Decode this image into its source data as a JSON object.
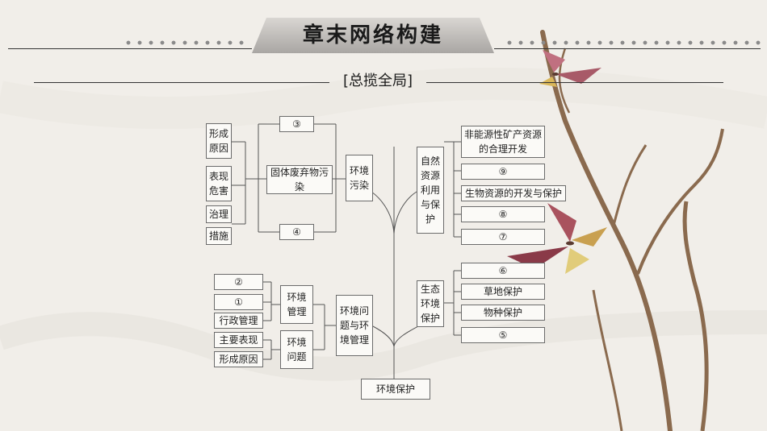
{
  "header": {
    "title": "章末网络构建",
    "subtitle": "[总揽全局]"
  },
  "diagram": {
    "root": "环境保护",
    "pollution": {
      "title": "环境污染",
      "waste": "固体废弃物污染",
      "causes": "形成原因",
      "symptoms": "表现危害",
      "measures_top": "治理",
      "measures_bottom": "措施",
      "blank_3": "③",
      "blank_4": "④"
    },
    "management": {
      "title": "环境问题与环境管理",
      "env_management": "环境管理",
      "env_problem": "环境问题",
      "blank_2": "②",
      "blank_1": "①",
      "admin": "行政管理",
      "main_signs": "主要表现",
      "formation": "形成原因"
    },
    "resources": {
      "title": "自然资源利用与保护",
      "mineral": "非能源性矿产资源的合理开发",
      "blank_9": "⑨",
      "bio": "生物资源的开发与保护",
      "blank_8": "⑧",
      "blank_7": "⑦"
    },
    "ecology": {
      "title": "生态环境保护",
      "blank_6": "⑥",
      "grassland": "草地保护",
      "species": "物种保护",
      "blank_5": "⑤"
    }
  }
}
